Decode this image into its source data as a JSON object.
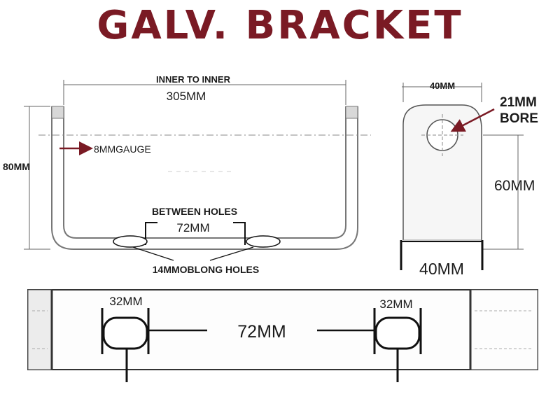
{
  "title": "GALV. BRACKET",
  "colors": {
    "title": "#7a1a24",
    "arrow": "#7a1a24",
    "line": "#555555",
    "edge": "#1e1e1e",
    "body": "#f4f4f4",
    "end": "#cfcfcf"
  },
  "side_view": {
    "inner_to_inner_label": "INNER TO INNER",
    "inner_to_inner_value": "305MM",
    "height_label": "80MM",
    "gauge_label": "8MMGAUGE",
    "between_holes_label": "BETWEEN HOLES",
    "between_holes_value": "72MM",
    "oblong_holes_label": "14MMOBLONG HOLES"
  },
  "end_view": {
    "width_top": "40MM",
    "bore_line1": "21MM",
    "bore_line2": "BORE",
    "height_label": "60MM",
    "width_bottom": "40MM"
  },
  "plan_view": {
    "left_hole_label": "32MM",
    "right_hole_label": "32MM",
    "spacing_label": "72MM"
  }
}
